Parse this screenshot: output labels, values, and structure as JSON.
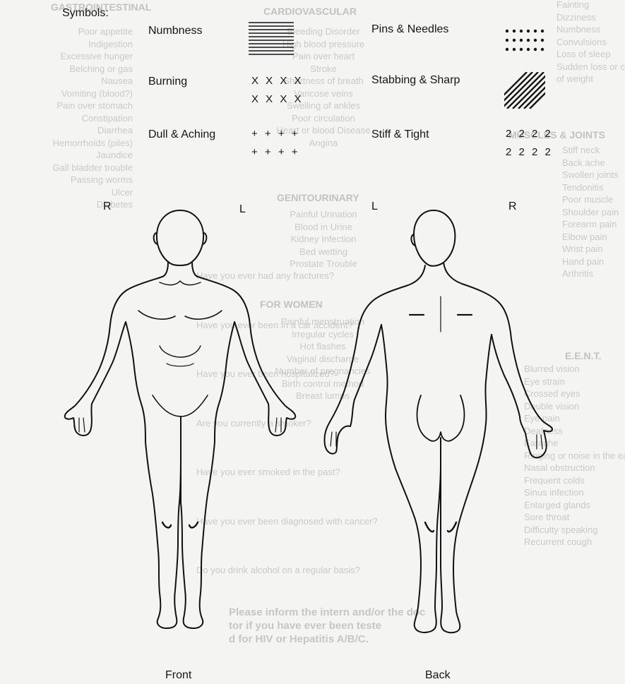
{
  "legend": {
    "title": "Symbols:",
    "items": [
      {
        "name": "numbness",
        "label": "Numbness"
      },
      {
        "name": "pins-needles",
        "label": "Pins & Needles"
      },
      {
        "name": "burning",
        "label": "Burning",
        "symbol_lines": [
          "X X X X",
          "X X X X"
        ]
      },
      {
        "name": "stabbing-sharp",
        "label": "Stabbing & Sharp"
      },
      {
        "name": "dull-aching",
        "label": "Dull & Aching",
        "symbol_lines": [
          "+ + + +",
          "+ + + +"
        ]
      },
      {
        "name": "stiff-tight",
        "label": "Stiff & Tight",
        "symbol_lines": [
          "2 2 2 2",
          "2 2 2 2"
        ]
      }
    ]
  },
  "front": {
    "caption": "Front",
    "right_label": "R",
    "left_label": "L"
  },
  "back": {
    "caption": "Back",
    "left_label": "L",
    "right_label": "R"
  },
  "bleed_through": {
    "col1_heading": "GASTROINTESTINAL",
    "col1_lines": [
      "Poor appetite",
      "Indigestion",
      "Excessive hunger",
      "Belching or gas",
      "Nausea",
      "Vomiting (blood?)",
      "Pain over stomach",
      "Constipation",
      "Diarrhea",
      "Hemorrhoids (piles)",
      "Jaundice",
      "Gall bladder trouble",
      "Passing worms",
      "Ulcer",
      "Diabetes"
    ],
    "col2_heading": "CARDIOVASCULAR",
    "col2_lines": [
      "Bleeding Disorder",
      "High blood pressure",
      "Pain over heart",
      "Stroke",
      "Shortness of breath",
      "Varicose veins",
      "Swelling of ankles",
      "Poor circulation",
      "Heart or blood Disease",
      "Angina"
    ],
    "col3_heading": "GENITOURINARY",
    "col3_lines": [
      "Painful Urination",
      "Blood in Urine",
      "Kidney Infection",
      "Bed wetting",
      "Prostate Trouble"
    ],
    "col4_heading": "FOR WOMEN",
    "col4_lines": [
      "Painful menstruation",
      "Irregular cycles",
      "Hot flashes",
      "Vaginal discharge",
      "Number of pregnancies",
      "Birth control method",
      "Breast lumps"
    ],
    "right_lines": [
      "Fainting",
      "Dizziness",
      "Numbness",
      "Convulsions",
      "Loss of sleep",
      "Sudden loss or change",
      "of weight"
    ],
    "right_heading": "MUSCLES & JOINTS",
    "right_lines2": [
      "Stiff neck",
      "Back ache",
      "Swollen joints",
      "Tendonitis",
      "Poor muscle",
      "Shoulder pain",
      "Forearm pain",
      "Elbow pain",
      "Wrist pain",
      "Hand pain",
      "Arthritis"
    ],
    "eent_heading": "E.E.N.T.",
    "eent_lines": [
      "Blurred vision",
      "Eye strain",
      "Crossed eyes",
      "Double vision",
      "Eye pain",
      "Deafness",
      "Earache",
      "Ringing or noise in the ears",
      "Nasal obstruction",
      "Frequent colds",
      "Sinus infection",
      "Enlarged glands",
      "Sore throat",
      "Difficulty speaking",
      "Recurrent cough"
    ],
    "questions": [
      "Have you ever had any fractures?",
      "Have you ever been in a car accident?",
      "Have you ever been hospitalized?",
      "Are you currently a smoker?",
      "Have you ever smoked in the past?",
      "Have you ever been diagnosed with cancer?",
      "Do you drink alcohol on a regular basis?"
    ],
    "notice": [
      "Please inform the intern and/or the doctor if you have ever been tested for HIV or Hepatitis A/B/C."
    ]
  }
}
